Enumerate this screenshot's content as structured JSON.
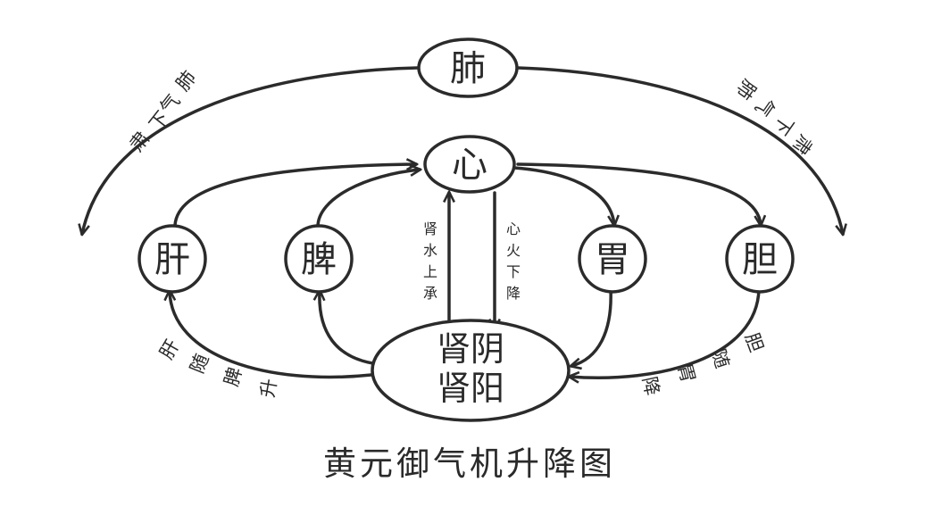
{
  "title": "黄元御气机升降图",
  "nodes": {
    "lung": "肺",
    "heart": "心",
    "liver": "肝",
    "spleen": "脾",
    "stomach": "胃",
    "gallbladder": "胆",
    "kidney_yin": "肾阴",
    "kidney_yang": "肾阳"
  },
  "labels": {
    "lung_qi_left": [
      "肺",
      "气",
      "下",
      "肃"
    ],
    "lung_qi_right": [
      "肺",
      "气",
      "下",
      "肃"
    ],
    "kidney_water": [
      "肾",
      "水",
      "上",
      "承"
    ],
    "heart_fire": [
      "心",
      "火",
      "下",
      "降"
    ],
    "liver_spleen": [
      "肝",
      "随",
      "脾",
      "升"
    ],
    "gall_stomach": [
      "胆",
      "随",
      "胃",
      "降"
    ]
  }
}
